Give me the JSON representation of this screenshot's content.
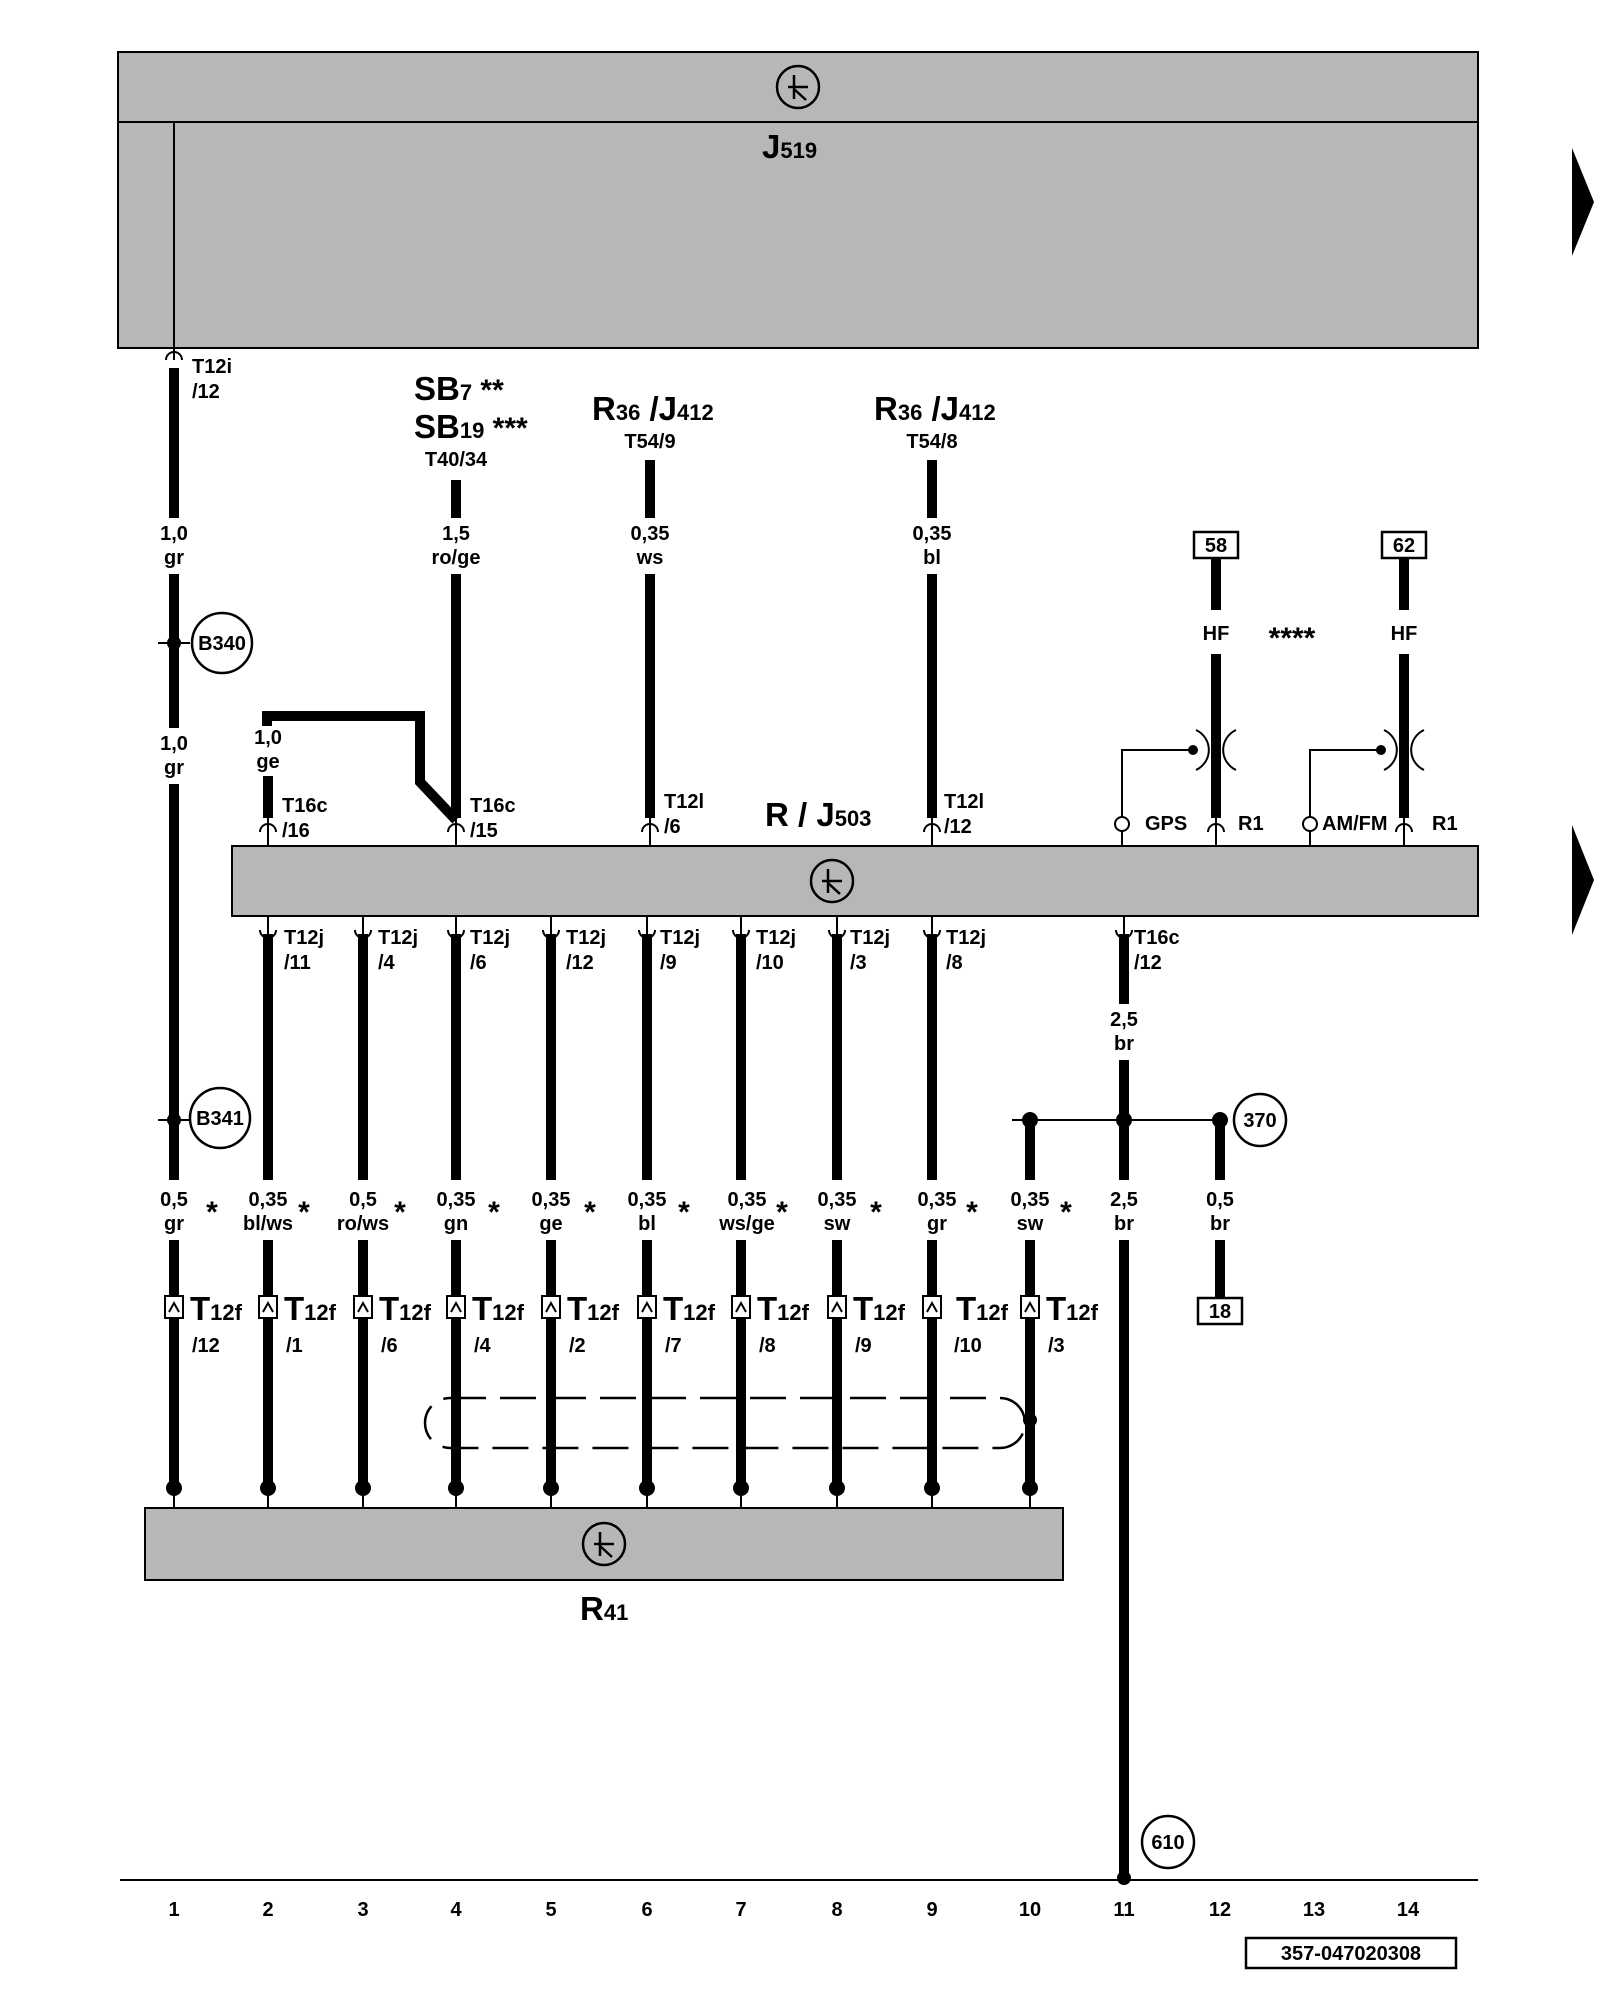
{
  "components": {
    "j519": {
      "base": "J",
      "sub": "519"
    },
    "rj503": {
      "base": "R / J",
      "sub": "503"
    },
    "r41": {
      "base": "R",
      "sub": "41"
    }
  },
  "top_sources": [
    {
      "line1_base": "SB",
      "line1_sub": "7",
      "line1_suffix": " **",
      "line2_base": "SB",
      "line2_sub": "19",
      "line2_suffix": " ***",
      "connector": "T40/34"
    },
    {
      "base1": "R",
      "sub1": "36",
      "mid": " /J",
      "sub2": "412",
      "connector": "T54/9"
    },
    {
      "base1": "R",
      "sub1": "36",
      "mid": " /J",
      "sub2": "412",
      "connector": "T54/8"
    }
  ],
  "t12i": {
    "line1": "T12i",
    "line2": "/12"
  },
  "upper_wires": [
    {
      "size": "1,0",
      "color": "gr"
    },
    {
      "size": "1,0",
      "color": "gr"
    },
    {
      "size": "1,0",
      "color": "ge"
    },
    {
      "size": "1,5",
      "color": "ro/ge"
    },
    {
      "size": "0,35",
      "color": "ws"
    },
    {
      "size": "0,35",
      "color": "bl"
    }
  ],
  "junctions": {
    "b340": "B340",
    "b341": "B341",
    "r370": "370",
    "r610": "610"
  },
  "terminals": {
    "t58": "58",
    "t62": "62",
    "t18": "18"
  },
  "antenna": {
    "hf1": "HF",
    "hf2": "HF",
    "stars": "****",
    "gps": "GPS",
    "r1a": "R1",
    "amfm": "AM/FM",
    "r1b": "R1"
  },
  "rj503_top_pins": [
    {
      "line1": "T16c",
      "line2": "/16"
    },
    {
      "line1": "T16c",
      "line2": "/15"
    },
    {
      "line1": "T12l",
      "line2": "/6"
    },
    {
      "line1": "T12l",
      "line2": "/12"
    }
  ],
  "rj503_bottom_pins": [
    {
      "line1": "T12j",
      "line2": "/11"
    },
    {
      "line1": "T12j",
      "line2": "/4"
    },
    {
      "line1": "T12j",
      "line2": "/6"
    },
    {
      "line1": "T12j",
      "line2": "/12"
    },
    {
      "line1": "T12j",
      "line2": "/9"
    },
    {
      "line1": "T12j",
      "line2": "/10"
    },
    {
      "line1": "T12j",
      "line2": "/3"
    },
    {
      "line1": "T12j",
      "line2": "/8"
    },
    {
      "line1": "T16c",
      "line2": "/12"
    }
  ],
  "power_wire": {
    "size": "2,5",
    "color": "br"
  },
  "lower_wires": [
    {
      "size": "0,5",
      "color": "gr",
      "star": "*"
    },
    {
      "size": "0,35",
      "color": "bl/ws",
      "star": "*"
    },
    {
      "size": "0,5",
      "color": "ro/ws",
      "star": "*"
    },
    {
      "size": "0,35",
      "color": "gn",
      "star": "*"
    },
    {
      "size": "0,35",
      "color": "ge",
      "star": "*"
    },
    {
      "size": "0,35",
      "color": "bl",
      "star": "*"
    },
    {
      "size": "0,35",
      "color": "ws/ge",
      "star": "*"
    },
    {
      "size": "0,35",
      "color": "sw",
      "star": "*"
    },
    {
      "size": "0,35",
      "color": "gr",
      "star": "*"
    },
    {
      "size": "0,35",
      "color": "sw",
      "star": "*"
    },
    {
      "size": "2,5",
      "color": "br",
      "star": ""
    },
    {
      "size": "0,5",
      "color": "br",
      "star": ""
    }
  ],
  "t12f": [
    {
      "base": "T",
      "sub": "12f",
      "pin": "/12"
    },
    {
      "base": "T",
      "sub": "12f",
      "pin": "/1"
    },
    {
      "base": "T",
      "sub": "12f",
      "pin": "/6"
    },
    {
      "base": "T",
      "sub": "12f",
      "pin": "/4"
    },
    {
      "base": "T",
      "sub": "12f",
      "pin": "/2"
    },
    {
      "base": "T",
      "sub": "12f",
      "pin": "/7"
    },
    {
      "base": "T",
      "sub": "12f",
      "pin": "/8"
    },
    {
      "base": "T",
      "sub": "12f",
      "pin": "/9"
    },
    {
      "base": "T",
      "sub": "12f",
      "pin": "/10"
    },
    {
      "base": "T",
      "sub": "12f",
      "pin": "/3"
    }
  ],
  "track_numbers": [
    "1",
    "2",
    "3",
    "4",
    "5",
    "6",
    "7",
    "8",
    "9",
    "10",
    "11",
    "12",
    "13",
    "14"
  ],
  "doc_number": "357-047020308"
}
